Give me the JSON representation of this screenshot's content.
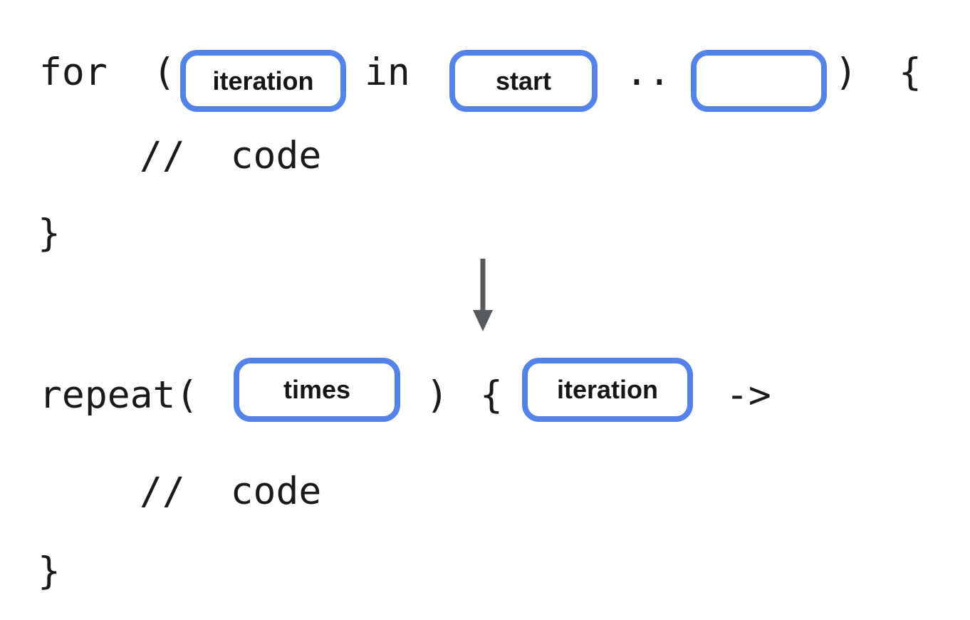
{
  "colors": {
    "pill_border": "#5383e8",
    "code_text": "#1a1a1a",
    "label_text": "#161616",
    "arrow": "#575a5c",
    "page_bg": "#ffffff"
  },
  "before": {
    "for_open": "for  (",
    "iteration_label": "iteration",
    "in_keyword": "in",
    "start_label": "start",
    "range_operator": "..",
    "close_paren": ")",
    "open_brace": "{",
    "comment": "//  code",
    "close_brace": "}"
  },
  "after": {
    "repeat_open": "repeat(",
    "times_label": "times",
    "close_paren": ")",
    "open_brace": "{",
    "iteration_label": "iteration",
    "lambda_arrow": "->",
    "comment": "//  code",
    "close_brace": "}"
  }
}
